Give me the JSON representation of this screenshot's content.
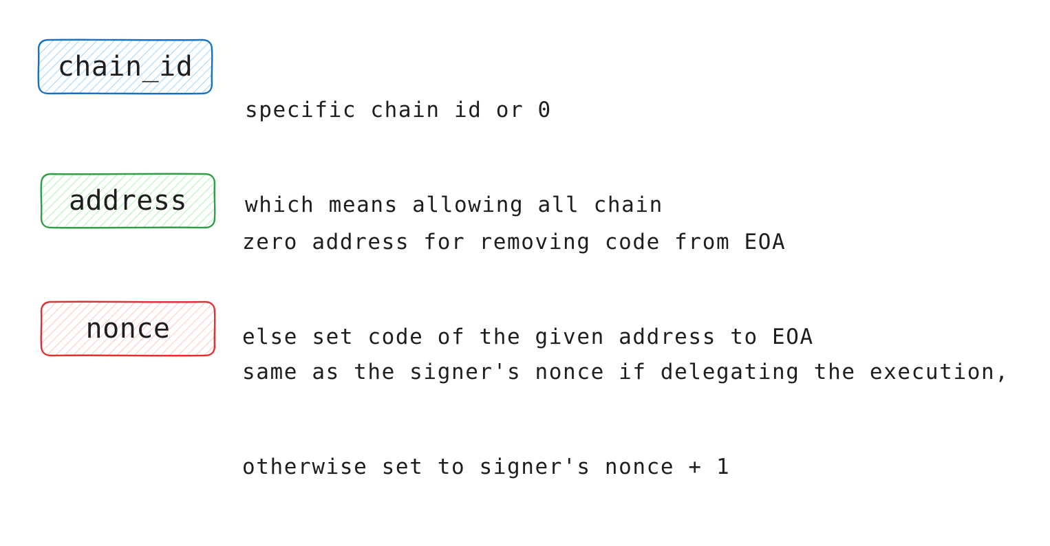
{
  "items": [
    {
      "label": "chain_id",
      "color": "#1971c2",
      "fill": "#a5d8ff",
      "lines": [
        "specific chain id or 0",
        "which means allowing all chain"
      ]
    },
    {
      "label": "address",
      "color": "#2f9e44",
      "fill": "#b2f2bb",
      "lines": [
        "zero address for removing code from EOA",
        "else set code of the given address to EOA"
      ]
    },
    {
      "label": "nonce",
      "color": "#e03131",
      "fill": "#ffc9c9",
      "lines": [
        "same as the signer's nonce if delegating the execution,",
        "otherwise set to signer's nonce + 1"
      ]
    }
  ]
}
